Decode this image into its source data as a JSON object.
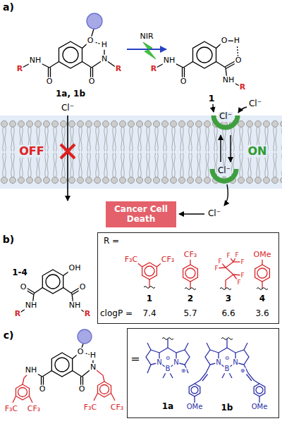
{
  "diagram": {
    "nodes": [
      {
        "text": [
          "Cancer Cell Death"
        ]
      },
      {
        "text": [
          "R =",
          "F₃C",
          "CF₃",
          "CF₃",
          "F",
          "F",
          "F",
          "F",
          "F",
          "F",
          "F",
          "OMe",
          "1",
          "2",
          "3",
          "4",
          "clogP =",
          "7.4",
          "5.7",
          "6.6",
          "3.6"
        ]
      },
      {
        "text": [
          "=",
          "N",
          "B",
          "N",
          "⊖",
          "⊕",
          "N",
          "B",
          "N",
          "⊖",
          "⊕",
          "OMe",
          "OMe",
          "1a",
          "1b"
        ]
      }
    ],
    "labels": [
      "a)",
      "O",
      "H",
      "N",
      "O",
      "R",
      "O",
      "NH",
      "R",
      "1a, 1b",
      "NIR",
      "O",
      "H",
      "O",
      "NH",
      "R",
      "O",
      "NH",
      "R",
      "1",
      "Cl⁻",
      "OFF",
      "Cl⁻",
      "Cl⁻",
      "Cl⁻",
      "ON",
      "Cl⁻",
      "b)",
      "1-4",
      "OH",
      "O",
      "NH",
      "R",
      "O",
      "NH",
      "R",
      "c)",
      "O",
      "H",
      "N",
      "O",
      "F₃C",
      "CF₃",
      "O",
      "NH",
      "F₃C",
      "CF₃"
    ]
  }
}
